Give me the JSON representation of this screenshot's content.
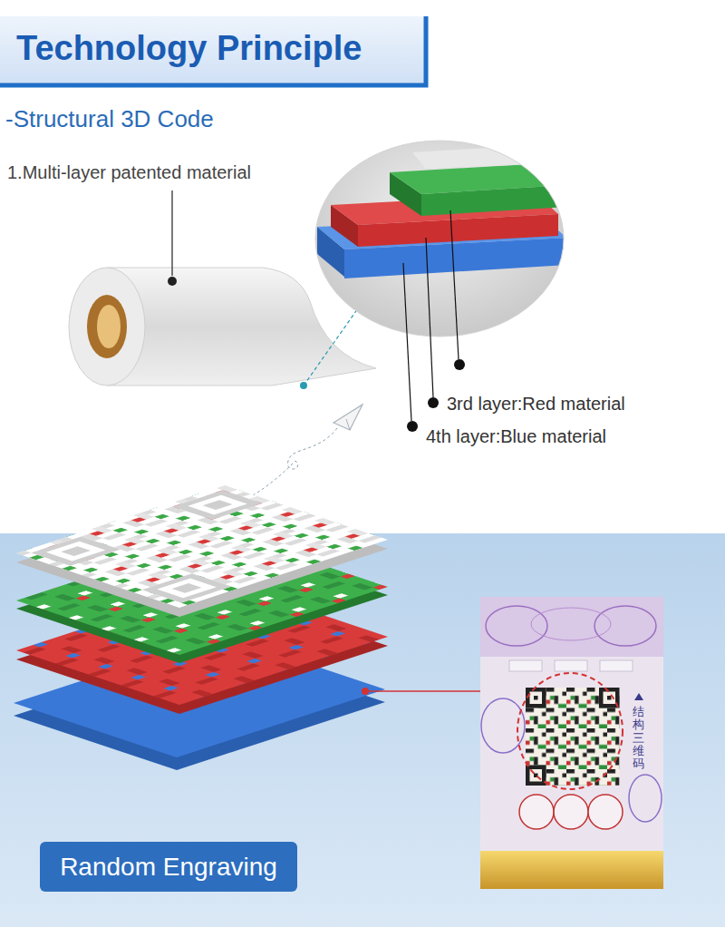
{
  "diagram": {
    "title": "Technology Principle",
    "nodes": [
      {
        "text": [
          "Random Engraving"
        ]
      }
    ],
    "labels": [
      "-Structural 3D Code",
      "1.Multi-layer patented material",
      "3rd layer:Red material",
      "4th layer:Blue material",
      "结构三维码"
    ]
  }
}
